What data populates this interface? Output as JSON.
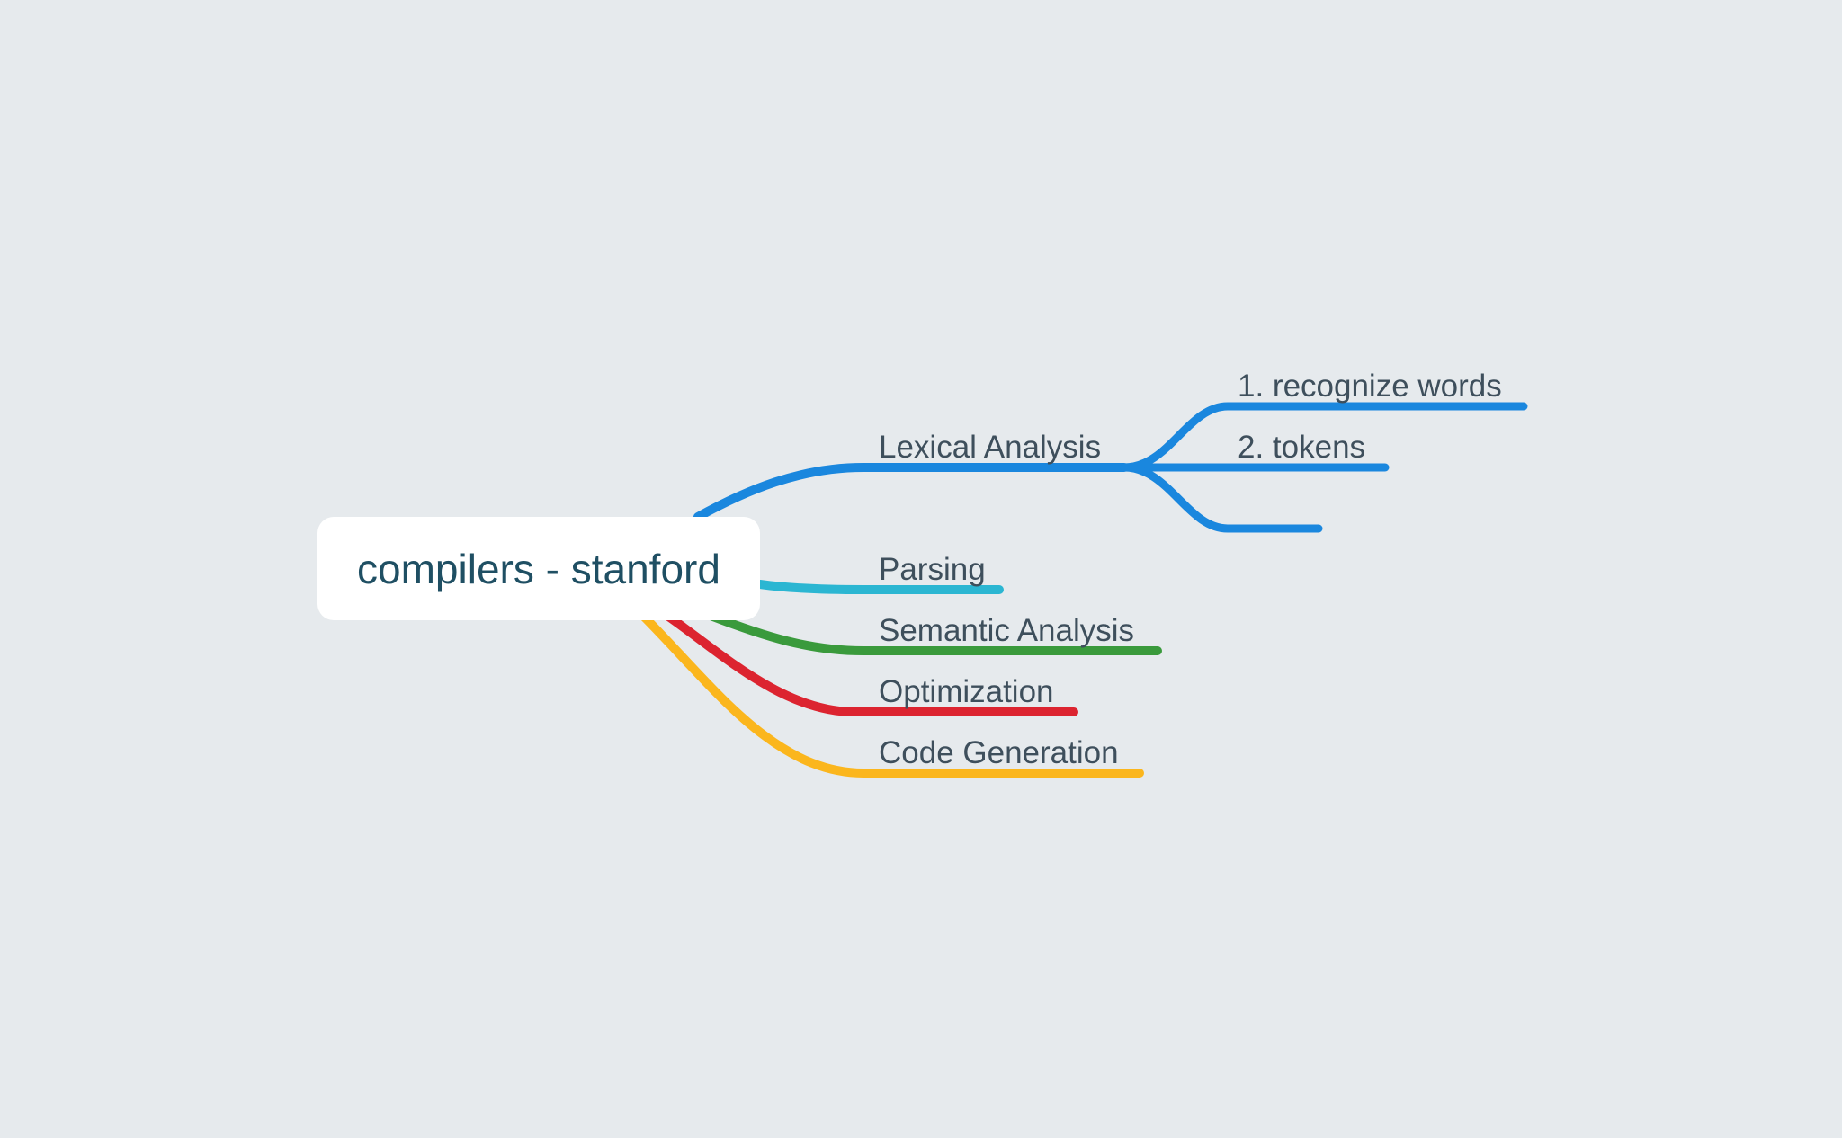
{
  "mindmap": {
    "root": {
      "label": "compilers - stanford"
    },
    "branches": [
      {
        "label": "Lexical Analysis",
        "color": "#1a87de",
        "children": [
          {
            "label": "1. recognize words"
          },
          {
            "label": "2. tokens"
          },
          {
            "label": ""
          }
        ]
      },
      {
        "label": "Parsing",
        "color": "#2bb6d2",
        "children": []
      },
      {
        "label": "Semantic Analysis",
        "color": "#3a9a3c",
        "children": []
      },
      {
        "label": "Optimization",
        "color": "#dc2430",
        "children": []
      },
      {
        "label": "Code Generation",
        "color": "#fbb61d",
        "children": []
      }
    ]
  }
}
